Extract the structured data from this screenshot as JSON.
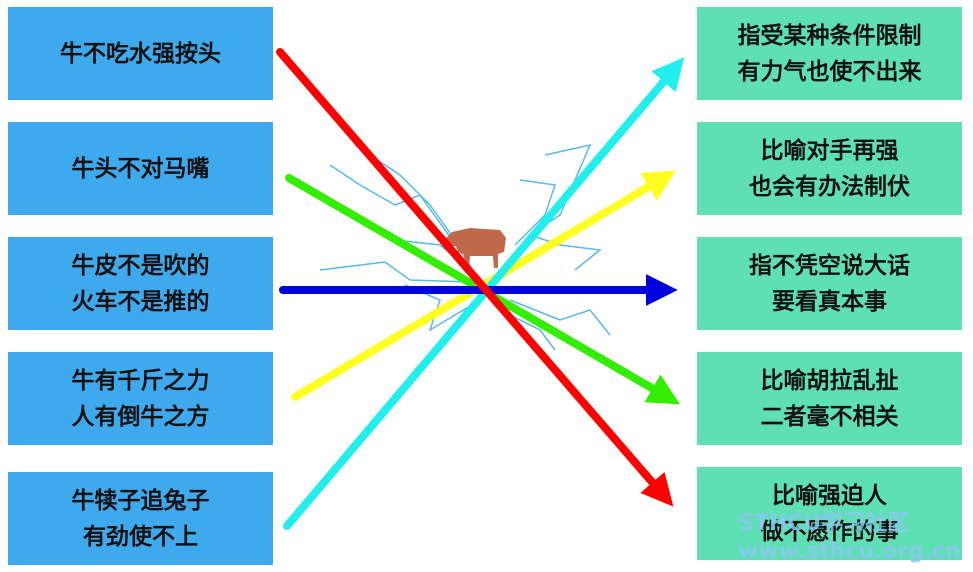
{
  "left_items": [
    {
      "lines": [
        "牛不吃水强按头"
      ]
    },
    {
      "lines": [
        "牛头不对马嘴"
      ]
    },
    {
      "lines": [
        "牛皮不是吹的",
        "火车不是推的"
      ]
    },
    {
      "lines": [
        "牛有千斤之力",
        "人有倒牛之方"
      ]
    },
    {
      "lines": [
        "牛犊子追兔子",
        "有劲使不上"
      ]
    }
  ],
  "right_items": [
    {
      "lines": [
        "指受某种条件限制",
        "有力气也使不出来"
      ]
    },
    {
      "lines": [
        "比喻对手再强",
        "也会有办法制伏"
      ]
    },
    {
      "lines": [
        "指不凭空说大话",
        "要看真本事"
      ]
    },
    {
      "lines": [
        "比喻胡拉乱扯",
        "二者毫不相关"
      ]
    },
    {
      "lines": [
        "比喻强迫人",
        "做不愿作的事"
      ]
    }
  ],
  "watermark": {
    "line1": "STHCU学习社区",
    "line2": "www.sthcu.org.cn"
  },
  "colors": {
    "left_box": "#3fa9ee",
    "right_box": "#5ee0b4",
    "arrows": [
      "#ff0000",
      "#33ee00",
      "#0000dd",
      "#ffff22",
      "#22eeee"
    ]
  },
  "connections": [
    {
      "from": 0,
      "to": 4,
      "color": "red"
    },
    {
      "from": 1,
      "to": 3,
      "color": "green"
    },
    {
      "from": 2,
      "to": 2,
      "color": "blue"
    },
    {
      "from": 3,
      "to": 1,
      "color": "yellow"
    },
    {
      "from": 4,
      "to": 0,
      "color": "cyan"
    }
  ]
}
